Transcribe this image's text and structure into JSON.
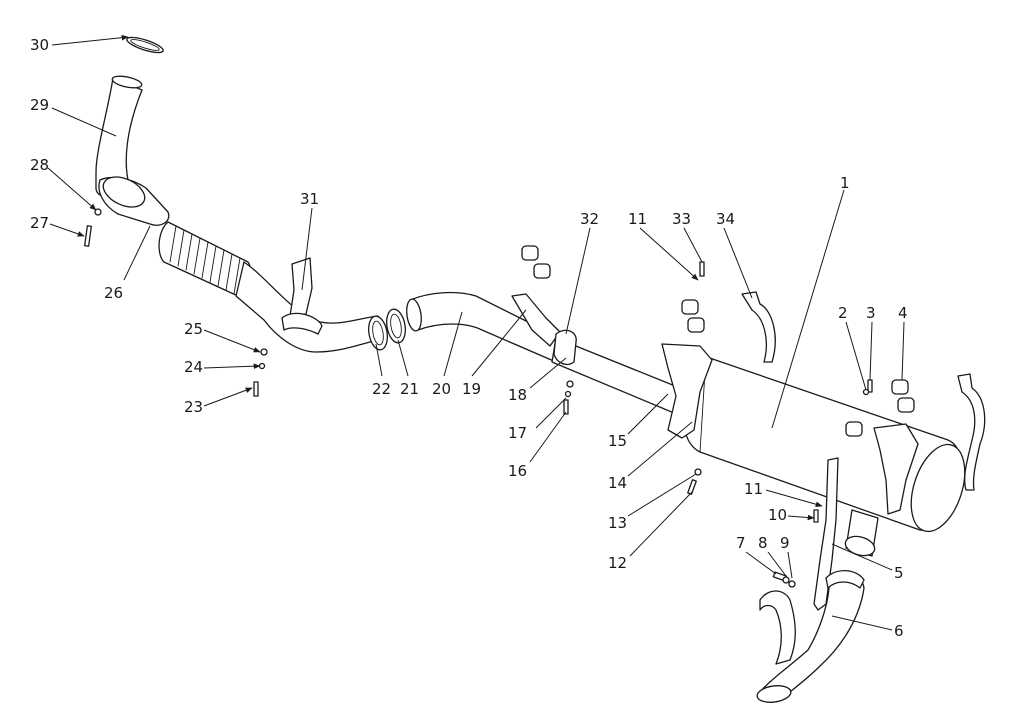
{
  "diagram": {
    "callouts": [
      "1",
      "2",
      "3",
      "4",
      "5",
      "6",
      "7",
      "8",
      "9",
      "10",
      "11",
      "11",
      "12",
      "13",
      "14",
      "15",
      "16",
      "17",
      "18",
      "19",
      "20",
      "21",
      "22",
      "23",
      "24",
      "25",
      "26",
      "27",
      "28",
      "29",
      "30",
      "31",
      "32",
      "33",
      "34"
    ]
  }
}
